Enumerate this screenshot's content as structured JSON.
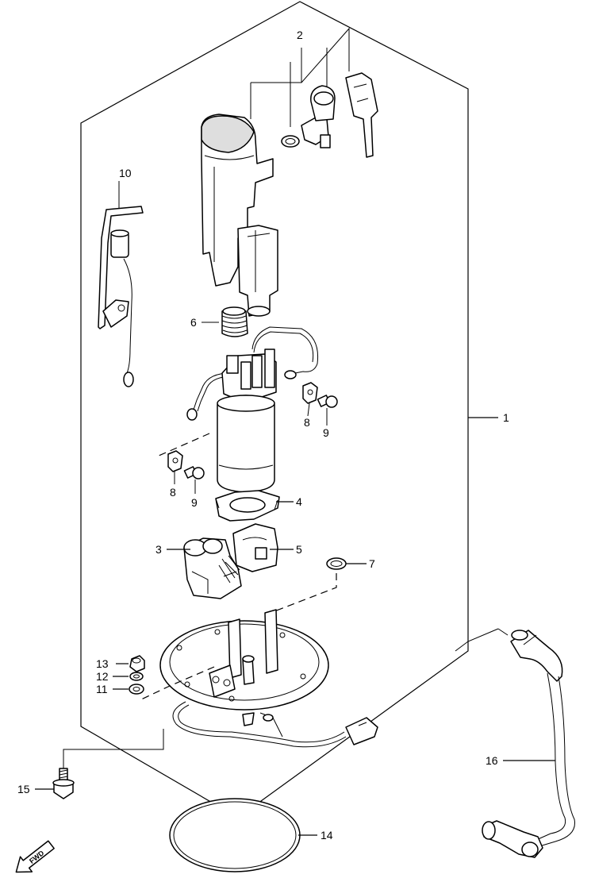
{
  "labels": {
    "l1": "1",
    "l2": "2",
    "l3": "3",
    "l4": "4",
    "l5": "5",
    "l6": "6",
    "l7": "7",
    "l8a": "8",
    "l8b": "8",
    "l9a": "9",
    "l9b": "9",
    "l10": "10",
    "l11": "11",
    "l12": "12",
    "l13": "13",
    "l14": "14",
    "l15": "15",
    "l16": "16"
  },
  "fwd_label": "FWD"
}
